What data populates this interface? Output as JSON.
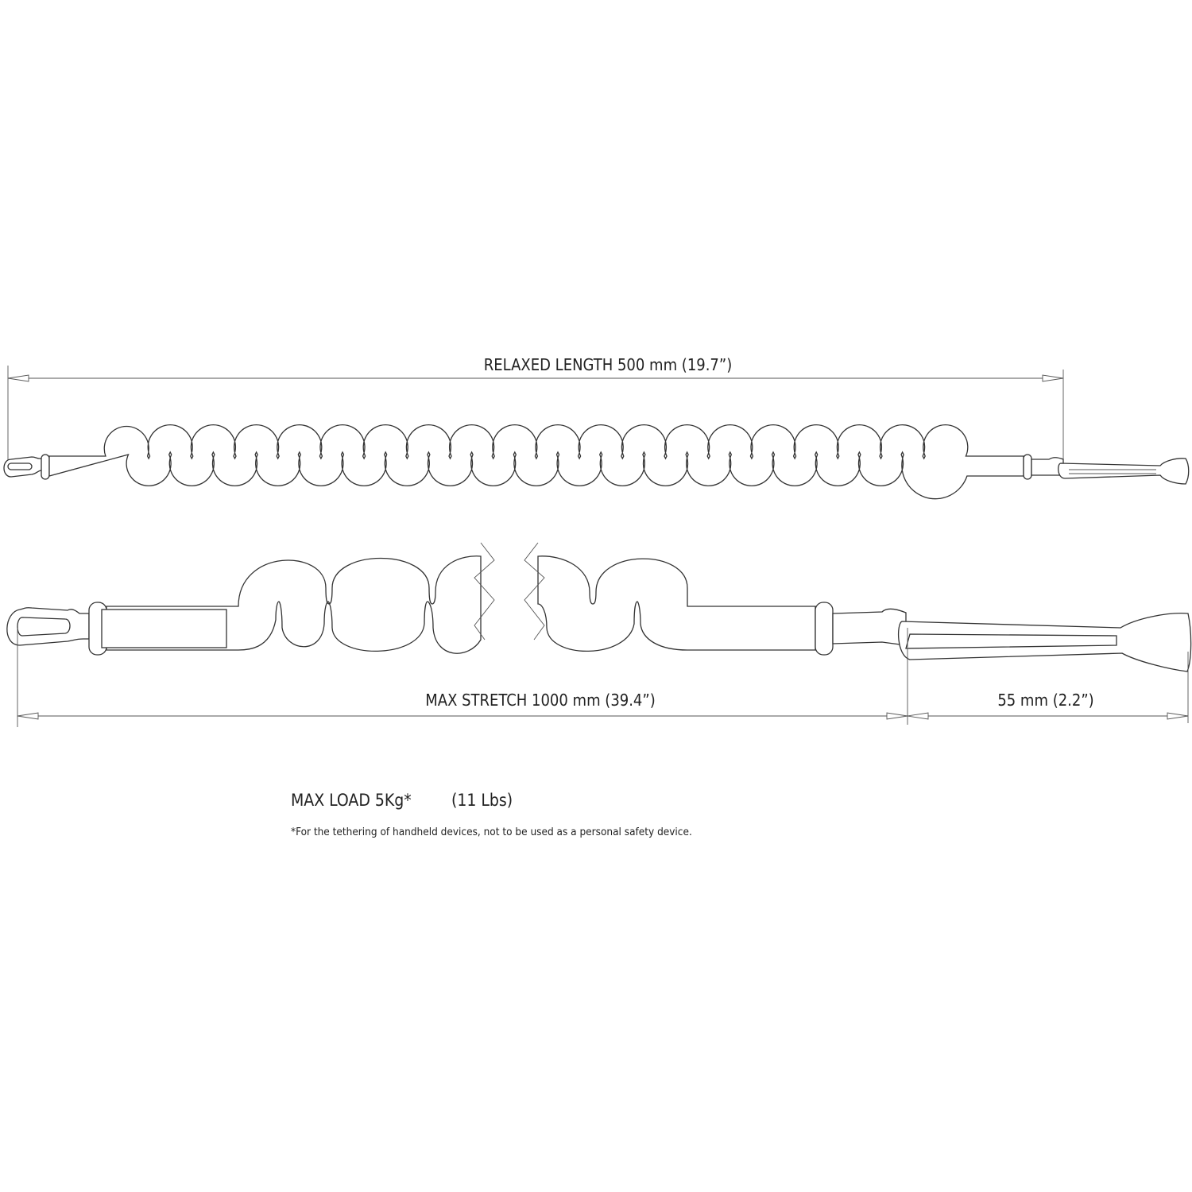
{
  "dimensions": {
    "relaxed_length": "RELAXED LENGTH 500 mm (19.7”)",
    "max_stretch": "MAX STRETCH 1000 mm (39.4”)",
    "clip_length": "55 mm (2.2”)"
  },
  "load": {
    "max_load": "MAX LOAD 5Kg*",
    "max_load_lbs": "(11 Lbs)",
    "footnote": "*For the tethering of handheld devices, not to be used as a personal safety device."
  },
  "colors": {
    "line": "#333333",
    "background": "#ffffff"
  }
}
